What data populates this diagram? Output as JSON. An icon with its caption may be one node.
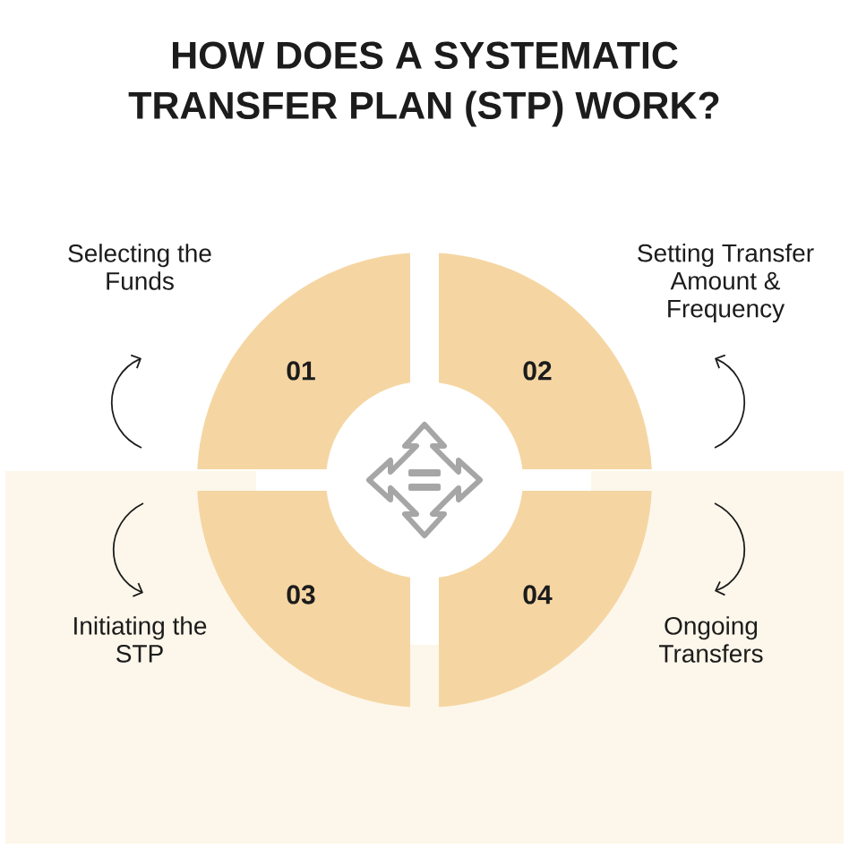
{
  "diagram": {
    "title": "HOW DOES A SYSTEMATIC TRANSFER PLAN (STP) WORK?",
    "nodes": [
      {
        "text": [
          "01"
        ],
        "beside": [
          "Selecting the Funds"
        ]
      },
      {
        "text": [
          "02"
        ],
        "beside": [
          "Setting Transfer Amount & Frequency"
        ]
      },
      {
        "text": [
          "03"
        ],
        "beside": [
          "Initiating the STP"
        ]
      },
      {
        "text": [
          "04"
        ],
        "beside": [
          "Ongoing Transfers"
        ]
      }
    ]
  }
}
